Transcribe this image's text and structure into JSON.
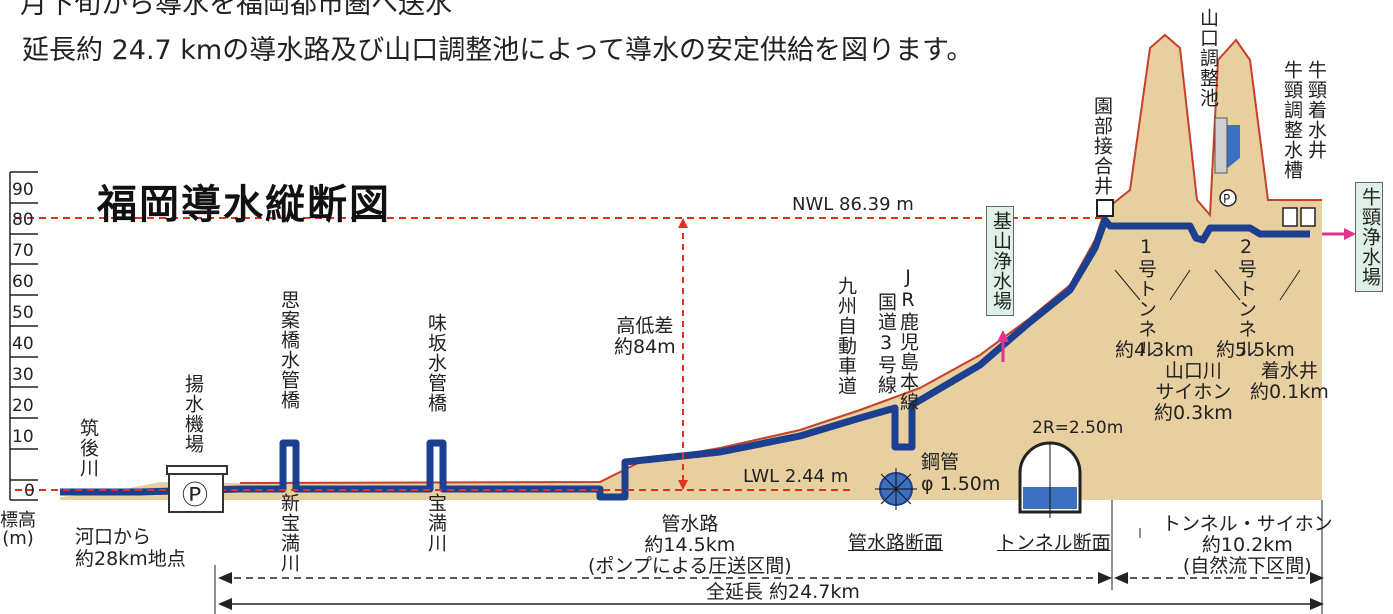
{
  "intro": {
    "line1": "月下旬から導水を福岡都市圏へ送水",
    "line2": "延長約 24.7 kmの導水路及び山口調整池によって導水の安定供給を図ります。"
  },
  "title": "福岡導水縦断図",
  "axis": {
    "ticks": [
      "90",
      "80",
      "70",
      "60",
      "50",
      "40",
      "30",
      "20",
      "10",
      "0"
    ],
    "label": "標高\n(m)"
  },
  "levels": {
    "nwl": "NWL 86.39  m",
    "lwl": "LWL 2.44  m",
    "diff": "高低差\n約84m"
  },
  "points": {
    "chikugo": "筑後川",
    "river_point": "河口から\n約28km地点",
    "pump_station": "揚水機場",
    "pump_symbol": "Ⓟ",
    "shian": "思案橋水管橋",
    "shinhoman": "新宝満川",
    "ajisaka": "味坂水管橋",
    "homan": "宝満川",
    "kyushu_expressway": "九州自動車道",
    "route3": "国道3号線",
    "jr": "JR鹿児島本線",
    "kiyama": "基山浄水場",
    "sonobe": "園部接合井",
    "yamaguchi_pond": "山口調整池",
    "ushikubi_well": "牛頸着水井",
    "ushikubi_tank": "牛頸調整水槽",
    "ushikubi_plant": "牛頸浄水場",
    "tunnel1": "1号トンネル",
    "tunnel1_len": "約4.3km",
    "tunnel2": "2号トンネル",
    "tunnel2_len": "約5.5km",
    "siphon": "山口川\nサイホン\n約0.3km",
    "well_len": "着水井\n約0.1km"
  },
  "sections": {
    "steel_pipe": "鋼管\nφ 1.50m",
    "pipe_section": "管水路断面",
    "tunnel_r": "2R=2.50m",
    "tunnel_section": "トンネル断面",
    "pipeline": "管水路\n約14.5km\n(ポンプによる圧送区間)",
    "tunnel_siphon": "トンネル・サイホン\n約10.2km\n(自然流下区間)",
    "total": "全延長  約24.7km"
  },
  "colors": {
    "ground": "#e8cfa0",
    "pipe": "#1d3f8f",
    "water": "#3d6fc0",
    "accent": "#e0338f",
    "dash": "#e03020"
  }
}
